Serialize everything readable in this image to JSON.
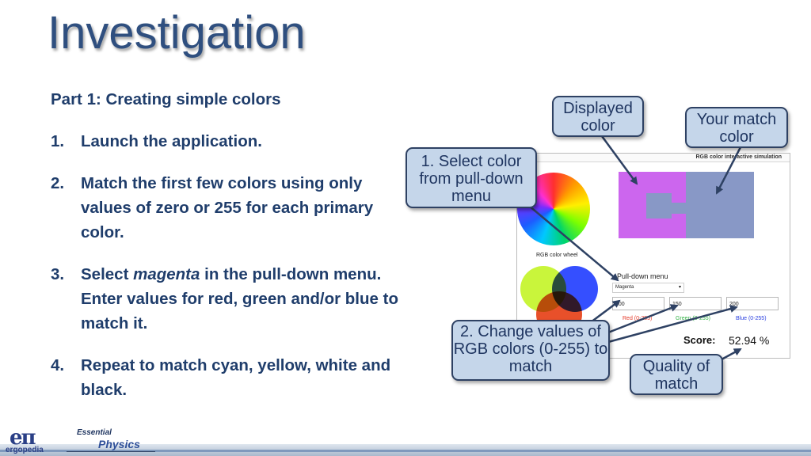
{
  "slide": {
    "title": "Investigation",
    "part_heading": "Part 1:  Creating simple colors",
    "steps": [
      {
        "num": "1.",
        "text": "Launch the application."
      },
      {
        "num": "2.",
        "text": "Match the first few colors using only values of zero or 255 for each primary color."
      },
      {
        "num": "3.",
        "text_before": "Select ",
        "emphasis": "magenta",
        "text_after": " in the pull-down menu.  Enter values for red, green and/or blue to match it."
      },
      {
        "num": "4.",
        "text": "Repeat to match cyan, yellow, white and black."
      }
    ]
  },
  "simulation": {
    "header": "RGB color interactive simulation",
    "wheel_label": "RGB color wheel",
    "pulldown_label": "Pull-down menu",
    "pulldown_value": "Magenta",
    "inputs": [
      {
        "value": "100",
        "label": "Red (0-255)",
        "color": "#e53a2a"
      },
      {
        "value": "150",
        "label": "Green (0-255)",
        "color": "#37b34a"
      },
      {
        "value": "200",
        "label": "Blue (0-255)",
        "color": "#2a3fe0"
      }
    ],
    "score_label": "Score:",
    "score_value": "52.94 %",
    "displayed_color": "#cc66ee",
    "match_color": "#8898c6"
  },
  "callouts": {
    "select_color": "1. Select color from pull-down menu",
    "displayed_color": "Displayed color",
    "your_match": "Your match color",
    "change_values": "2. Change values of RGB colors (0-255) to match",
    "quality": "Quality of match"
  },
  "footer": {
    "logo_symbol": "eπ",
    "logo_word": "ergopedia",
    "brand_top": "Essential",
    "brand_bottom": "Physics"
  },
  "colors": {
    "title": "#2f4f7f",
    "body_text": "#1f3d6b",
    "callout_fill": "#c5d6ea",
    "callout_border": "#2e4163"
  }
}
